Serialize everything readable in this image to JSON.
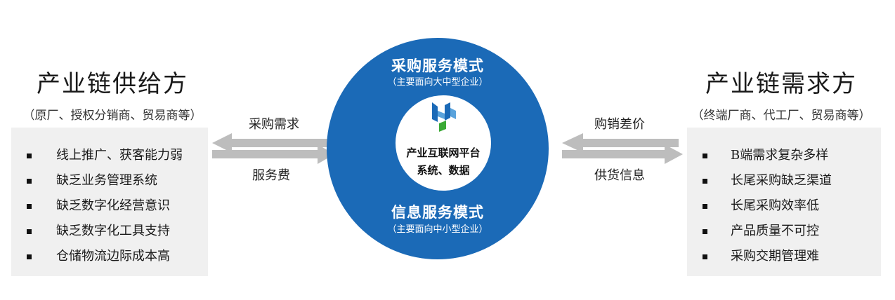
{
  "left": {
    "title": "产业链供给方",
    "subtitle": "（原厂、授权分销商、贸易商等）",
    "items": [
      "线上推广、获客能力弱",
      "缺乏业务管理系统",
      "缺乏数字化经营意识",
      "缺乏数字化工具支持",
      "仓储物流边际成本高"
    ]
  },
  "right": {
    "title": "产业链需求方",
    "subtitle": "（终端厂商、代工厂、贸易商等）",
    "items": [
      "B端需求复杂多样",
      "长尾采购缺乏渠道",
      "长尾采购效率低",
      "产品质量不可控",
      "采购交期管理难"
    ]
  },
  "arrows": {
    "left_top": "采购需求",
    "left_bottom": "服务费",
    "right_top": "购销差价",
    "right_bottom": "供货信息"
  },
  "circle": {
    "top_mode": "采购服务模式",
    "top_mode_sub": "（主要面向大中型企业）",
    "bottom_mode": "信息服务模式",
    "bottom_mode_sub": "（主要面向中小型企业）",
    "platform_line1": "产业互联网平台",
    "platform_line2": "系统、数据"
  },
  "colors": {
    "circle_blue": "#1b6ab7",
    "arrow_gray": "#bdbdbd",
    "panel_gray": "#f0f0f0",
    "logo_green": "#3aa935"
  }
}
